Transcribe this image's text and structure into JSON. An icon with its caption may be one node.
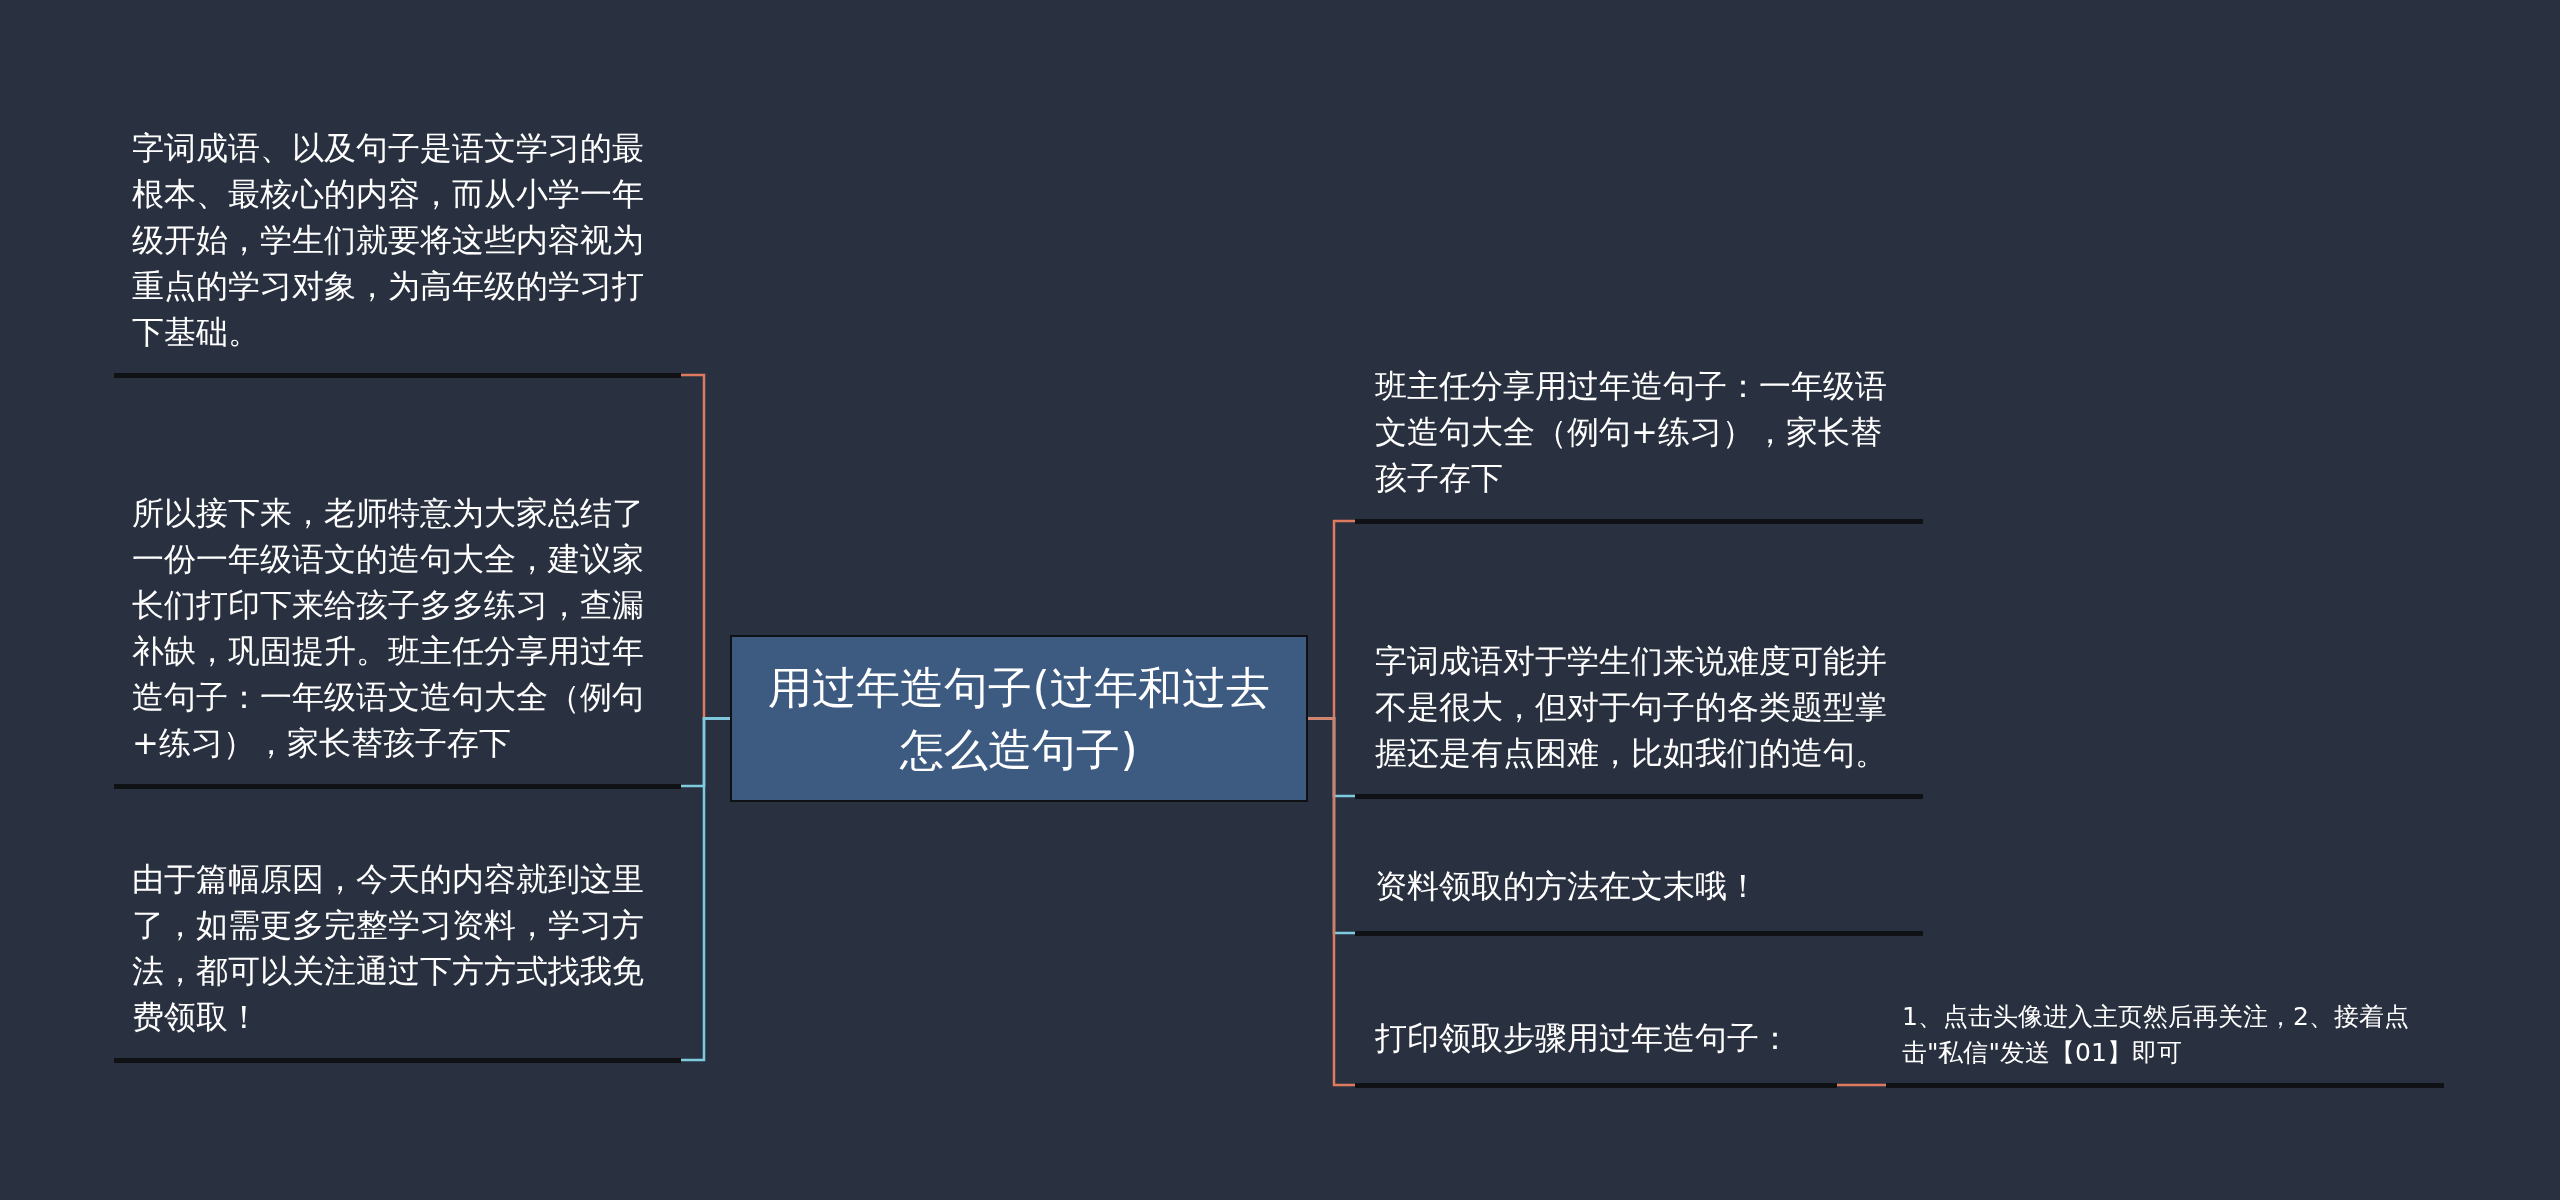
{
  "diagram": {
    "nodes": [
      {
        "text": [
          "用过年造句子(过年和过去怎么造句子)"
        ]
      },
      {
        "text": [
          "字词成语、以及句子是语文学习的最根本、最核心的内容，而从小学一年级开始，学生们就要将这些内容视为重点的学习对象，为高年级的学习打下基础。"
        ]
      },
      {
        "text": [
          "所以接下来，老师特意为大家总结了一份一年级语文的造句大全，建议家长们打印下来给孩子多多练习，查漏补缺，巩固提升。班主任分享用过年造句子：一年级语文造句大全（例句+练习），家长替孩子存下"
        ]
      },
      {
        "text": [
          "由于篇幅原因，今天的内容就到这里了，如需更多完整学习资料，学习方法，都可以关注通过下方方式找我免费领取！"
        ]
      },
      {
        "text": [
          "班主任分享用过年造句子：一年级语文造句大全（例句+练习），家长替孩子存下"
        ]
      },
      {
        "text": [
          "字词成语对于学生们来说难度可能并不是很大，但对于句子的各类题型掌握还是有点困难，比如我们的造句。"
        ]
      },
      {
        "text": [
          "资料领取的方法在文末哦！"
        ]
      },
      {
        "text": [
          "打印领取步骤用过年造句子："
        ]
      },
      {
        "text": [
          "1、点击头像进入主页然后再关注，2、接着点击\"私信\"发送【01】即可"
        ]
      }
    ],
    "edges": [
      {
        "from": 0,
        "to": 1,
        "arrow": "none",
        "color": "#e07a5f"
      },
      {
        "from": 0,
        "to": 2,
        "arrow": "none",
        "color": "#7ecbe0"
      },
      {
        "from": 0,
        "to": 3,
        "arrow": "none",
        "color": "#7ecbe0"
      },
      {
        "from": 0,
        "to": 4,
        "arrow": "none",
        "color": "#e07a5f"
      },
      {
        "from": 0,
        "to": 5,
        "arrow": "none",
        "color": "#7ecbe0"
      },
      {
        "from": 0,
        "to": 6,
        "arrow": "none",
        "color": "#7ecbe0"
      },
      {
        "from": 0,
        "to": 7,
        "arrow": "none",
        "color": "#e07a5f"
      },
      {
        "from": 7,
        "to": 8,
        "arrow": "none",
        "color": "#e07a5f"
      }
    ]
  }
}
